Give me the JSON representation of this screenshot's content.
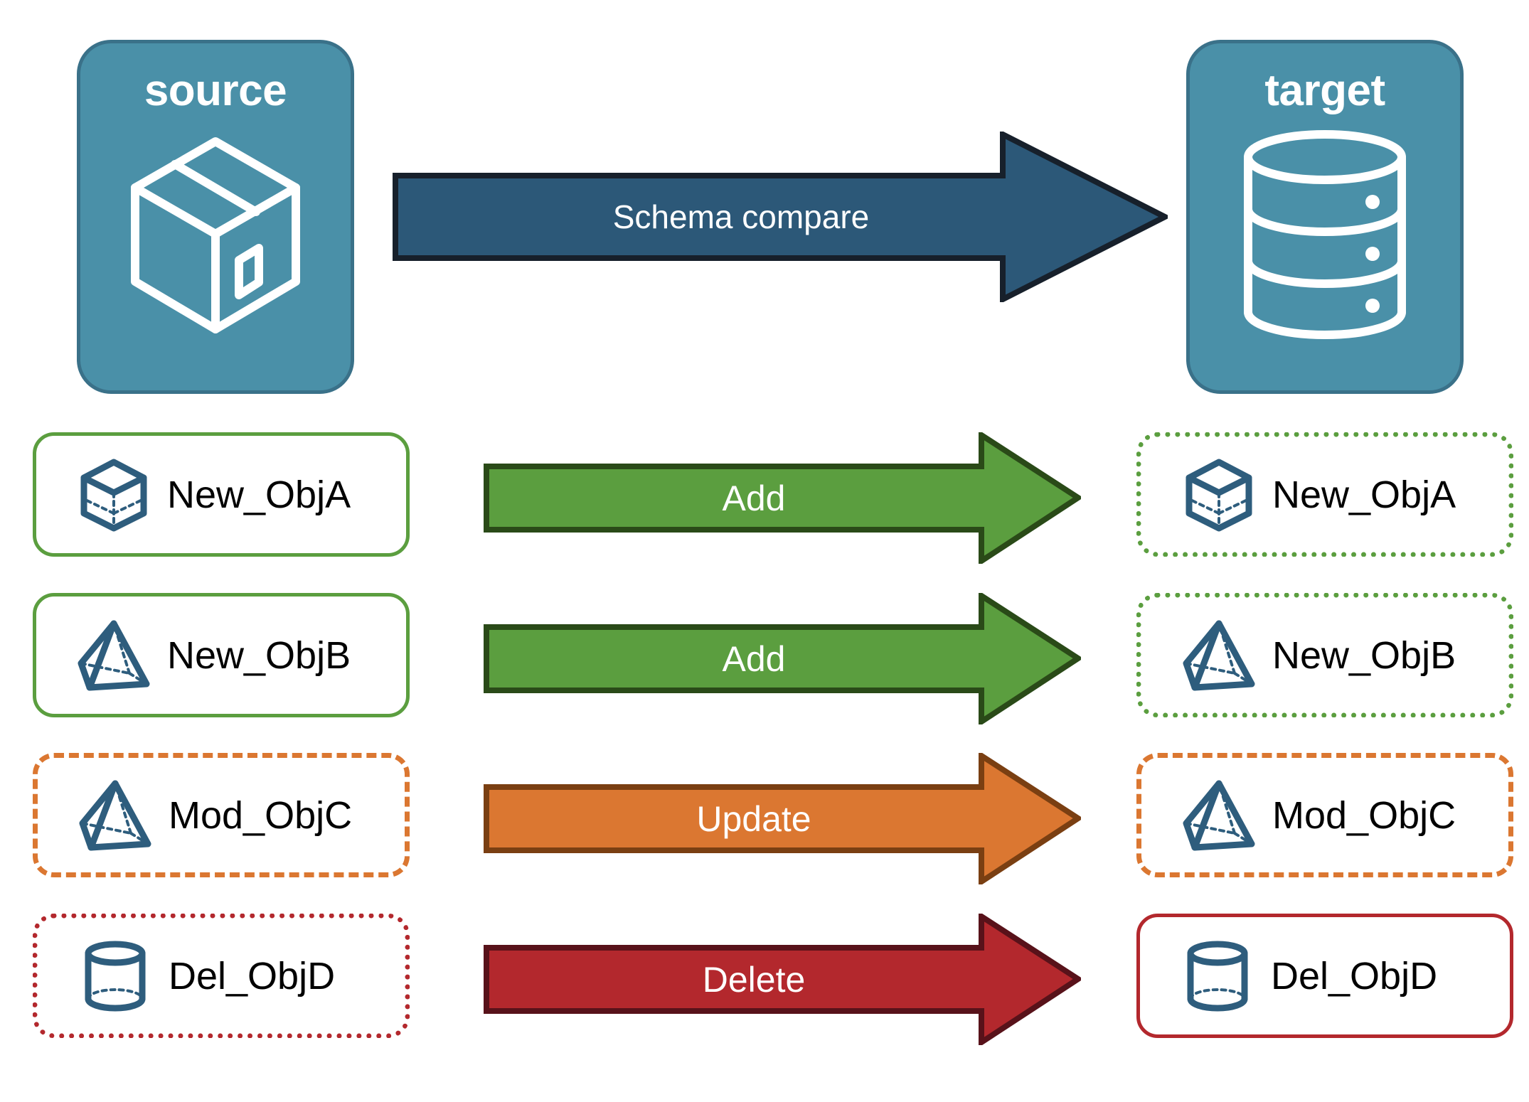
{
  "diagram": {
    "title": "Schema compare source to target",
    "background": "#FFFFFF"
  },
  "endpoints": {
    "source": {
      "label": "source",
      "icon": "package-box-icon",
      "fill": "#4A90A8",
      "stroke": "#3A7189"
    },
    "target": {
      "label": "target",
      "icon": "database-cylinder-icon",
      "fill": "#4A90A8",
      "stroke": "#3A7189"
    }
  },
  "main_arrow": {
    "label": "Schema compare",
    "fill": "#2C5878",
    "stroke": "#17202B",
    "text_color": "#FFFFFF"
  },
  "colors": {
    "green": "#5B9E3F",
    "green_dark": "#2A4A18",
    "orange": "#DB7731",
    "orange_dark": "#7A3F12",
    "red": "#B3282D",
    "red_dark": "#58121A",
    "object_icon": "#2E5D7D",
    "panel_blue": "#4A90A8",
    "arrow_blue": "#2C5878"
  },
  "rows": [
    {
      "action": "Add",
      "action_fill": "#5B9E3F",
      "action_stroke": "#2A4A18",
      "source": {
        "label": "New_ObjA",
        "icon": "wireframe-cube-icon",
        "border_style": "solid",
        "border_color": "#5B9E3F"
      },
      "target": {
        "label": "New_ObjA",
        "icon": "wireframe-cube-icon",
        "border_style": "dotted",
        "border_color": "#5B9E3F"
      }
    },
    {
      "action": "Add",
      "action_fill": "#5B9E3F",
      "action_stroke": "#2A4A18",
      "source": {
        "label": "New_ObjB",
        "icon": "wireframe-pyramid-icon",
        "border_style": "solid",
        "border_color": "#5B9E3F"
      },
      "target": {
        "label": "New_ObjB",
        "icon": "wireframe-pyramid-icon",
        "border_style": "dotted",
        "border_color": "#5B9E3F"
      }
    },
    {
      "action": "Update",
      "action_fill": "#DB7731",
      "action_stroke": "#7A3F12",
      "source": {
        "label": "Mod_ObjC",
        "icon": "wireframe-pyramid-icon",
        "border_style": "dashed",
        "border_color": "#DB7731"
      },
      "target": {
        "label": "Mod_ObjC",
        "icon": "wireframe-pyramid-icon",
        "border_style": "dashed",
        "border_color": "#DB7731"
      }
    },
    {
      "action": "Delete",
      "action_fill": "#B3282D",
      "action_stroke": "#58121A",
      "source": {
        "label": "Del_ObjD",
        "icon": "wireframe-cylinder-icon",
        "border_style": "dotted",
        "border_color": "#B3282D"
      },
      "target": {
        "label": "Del_ObjD",
        "icon": "wireframe-cylinder-icon",
        "border_style": "solid",
        "border_color": "#B3282D"
      }
    }
  ]
}
